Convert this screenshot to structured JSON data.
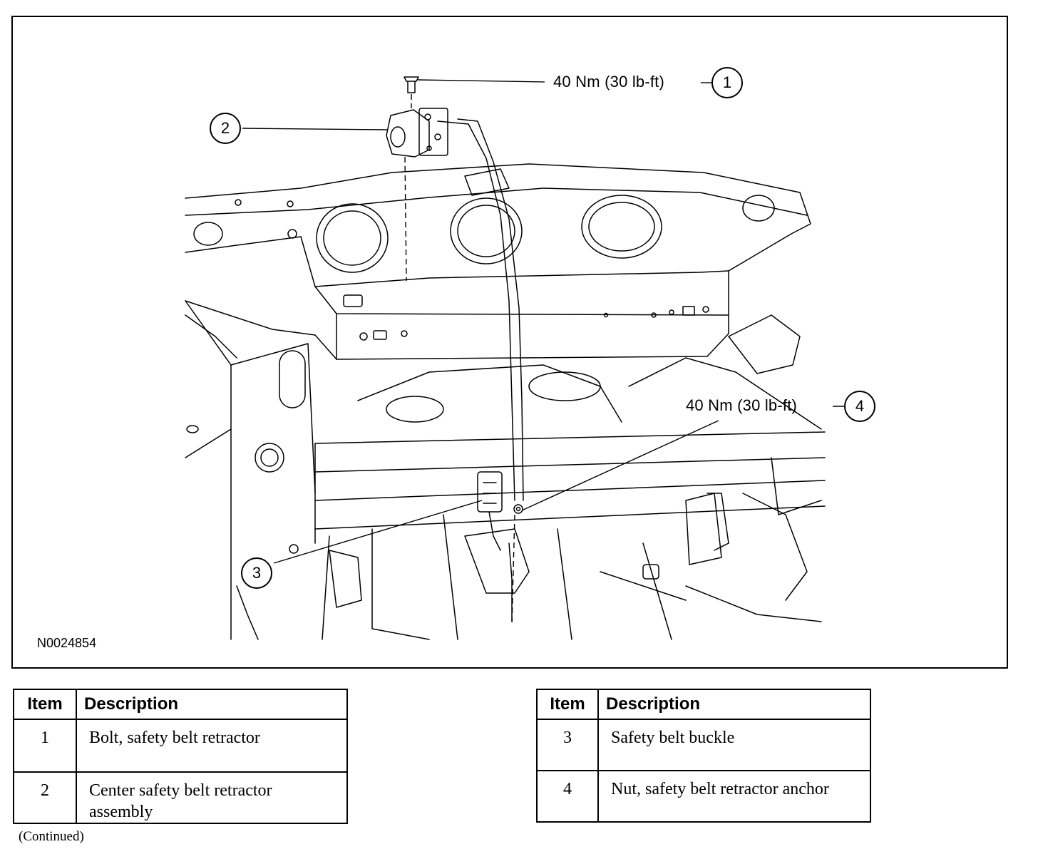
{
  "figure": {
    "id": "N0024854",
    "callouts": [
      {
        "number": "1",
        "torque": "40 Nm (30 lb-ft)"
      },
      {
        "number": "2"
      },
      {
        "number": "3"
      },
      {
        "number": "4",
        "torque": "40 Nm (30 lb-ft)"
      }
    ]
  },
  "tables": [
    {
      "headers": {
        "item": "Item",
        "description": "Description"
      },
      "rows": [
        {
          "item": "1",
          "description": "Bolt, safety belt retractor"
        },
        {
          "item": "2",
          "description": "Center safety belt retractor assembly"
        }
      ]
    },
    {
      "headers": {
        "item": "Item",
        "description": "Description"
      },
      "rows": [
        {
          "item": "3",
          "description": "Safety belt buckle"
        },
        {
          "item": "4",
          "description": "Nut, safety belt retractor anchor"
        }
      ]
    }
  ],
  "footer": {
    "continued": "(Continued)"
  }
}
